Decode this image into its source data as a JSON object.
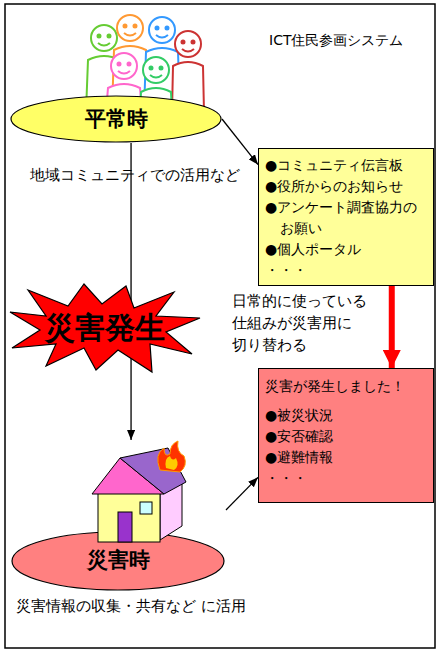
{
  "diagram": {
    "nodes": [
      {
        "text": [
          "平常時"
        ]
      },
      {
        "text": [
          "ICT住民参画システム",
          "●コミュニティ伝言板",
          "●役所からのお知らせ",
          "●アンケート調査協力の お願い",
          "●個人ポータル",
          "・・・"
        ]
      },
      {
        "text": [
          "災害発生"
        ]
      },
      {
        "text": [
          "災害が発生しました！",
          "●被災状況",
          "●安否確認",
          "●避難情報",
          "・・・"
        ]
      },
      {
        "text": [
          "災害時"
        ]
      }
    ],
    "edges": [
      {
        "from": 0,
        "to": 1,
        "arrow": "to"
      },
      {
        "from": 0,
        "to": 4,
        "arrow": "to"
      },
      {
        "from": 1,
        "to": 3,
        "arrow": "to"
      },
      {
        "from": 4,
        "to": 3,
        "arrow": "to"
      }
    ],
    "labels": [
      "地域コミュニティでの活用など",
      "日常的に使っている 仕組みが災害用に 切り替わる",
      "災害情報の収集・共有など に活用"
    ]
  }
}
